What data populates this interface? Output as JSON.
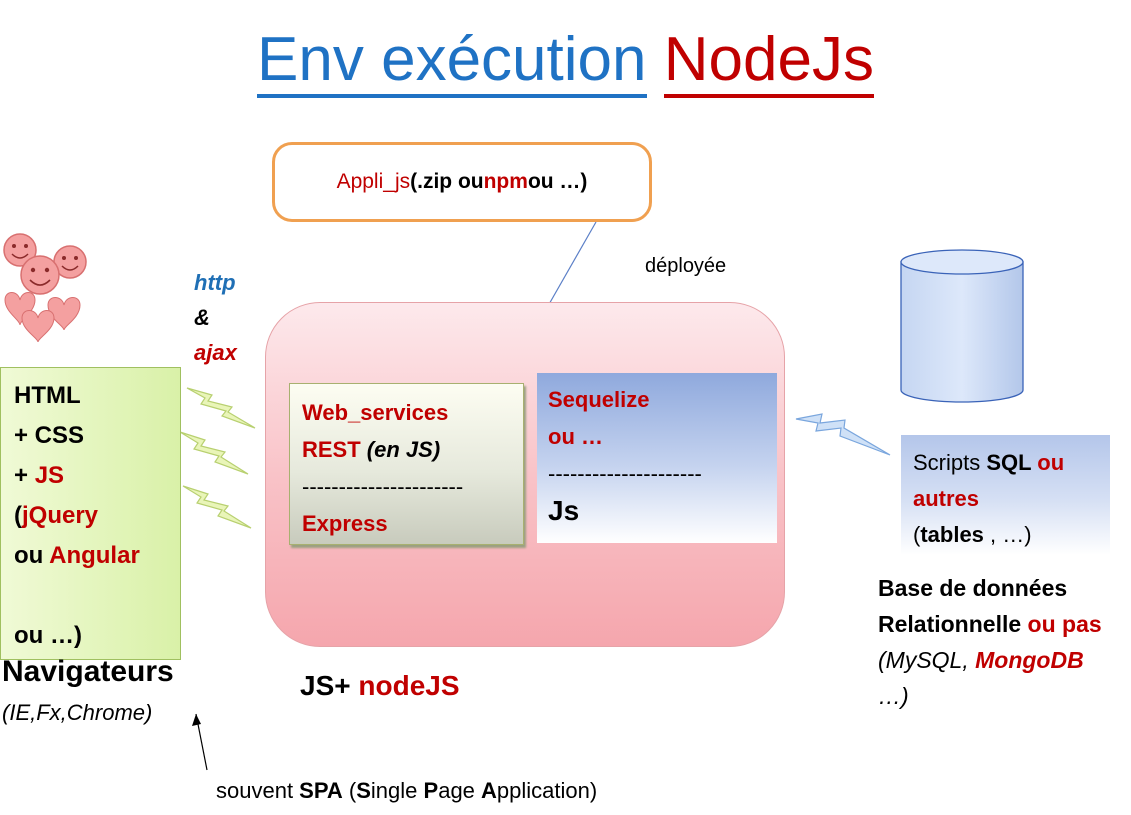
{
  "title": {
    "part1": "Env exécution",
    "part2": "NodeJs"
  },
  "appli": {
    "name": "Appli_js",
    "open": " (",
    "zip": ".zip ou ",
    "npm": "npm",
    "rest": " ou  …)"
  },
  "deployee": "déployée",
  "node_box": {
    "web_line1": "Web_services",
    "web_rest": "REST ",
    "web_enjs": "(en JS)",
    "web_sep": "----------------------",
    "web_express": "Express",
    "seq_line1": "Sequelize",
    "seq_line2": "ou …",
    "seq_sep": "---------------------",
    "seq_js": "Js",
    "caption_js": "JS+ ",
    "caption_node": "nodeJS"
  },
  "browser": {
    "l1": "HTML",
    "l2": "+ CSS",
    "l3_plus": "+ ",
    "l3_js": "JS",
    "l4_paren": "(",
    "l4_jq": "jQuery",
    "l5_ou": "ou ",
    "l5_ang": "Angular",
    "l6": "ou …)",
    "title": "Navigateurs",
    "subtitle": "(IE,Fx,Chrome)"
  },
  "protocol": {
    "http": "http",
    "amp": "&",
    "ajax": "ajax"
  },
  "spa": {
    "pre": "souvent ",
    "spa": "SPA",
    "open": " (",
    "s": "S",
    "ingle": "ingle ",
    "p": "P",
    "age": "age ",
    "a": "A",
    "pplication": "pplication)"
  },
  "scripts": {
    "pre": "Scripts ",
    "sql": "SQL",
    "ou": " ou",
    "autres": "autres",
    "open": "(",
    "tables": "tables",
    "close": " , …)"
  },
  "db": {
    "l1": "Base de données",
    "l2": "Relationnelle ",
    "l2_red": "ou pas",
    "l3": "(MySQL, ",
    "l3_red": "MongoDB",
    "l4": "…)"
  },
  "colors": {
    "title_blue": "#1f72c4",
    "accent_red": "#c00000",
    "http_blue": "#1f6fb5"
  }
}
